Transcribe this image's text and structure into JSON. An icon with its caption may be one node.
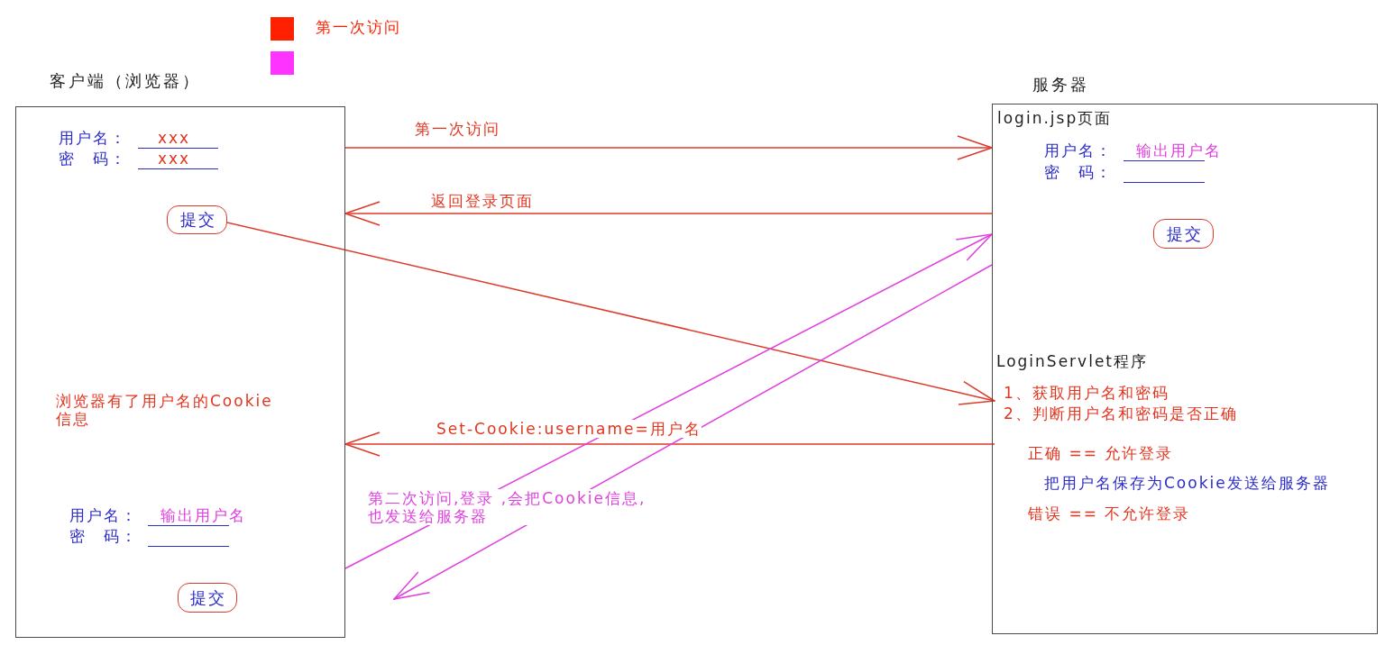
{
  "diagram": {
    "nodes": [
      {
        "text": [
          "客户端（浏览器）",
          "用户名：",
          "xxx",
          "密　码：",
          "xxx",
          "浏览器有了用户名的Cookie信息",
          "用户名：",
          "输出用户名",
          "密　码："
        ]
      },
      {
        "text": [
          "提交"
        ],
        "in": 0
      },
      {
        "text": [
          "提交"
        ],
        "in": 0
      },
      {
        "text": [
          "服务器",
          "login.jsp页面",
          "用户名：",
          "输出用户名",
          "密　码："
        ]
      },
      {
        "text": [
          "提交"
        ],
        "in": 3
      },
      {
        "text": [
          "LoginServlet程序",
          "1、获取用户名和密码",
          "2、判断用户名和密码是否正确",
          "正确 == 允许登录",
          "把用户名保存为Cookie发送给服务器",
          "错误 == 不允许登录"
        ],
        "in": 3
      }
    ],
    "edges": [
      {
        "from": 0,
        "to": 3,
        "arrow": "to",
        "label": "第一次访问"
      },
      {
        "from": 3,
        "to": 0,
        "arrow": "to",
        "label": "返回登录页面"
      },
      {
        "from": 1,
        "to": 5,
        "arrow": "to"
      },
      {
        "from": 5,
        "to": 0,
        "arrow": "to",
        "label": "Set-Cookie:username=用户名"
      },
      {
        "from": 0,
        "to": 3,
        "arrow": "to",
        "label": "第二次访问,登录 ,会把Cookie信息,也发送给服务器",
        "color": "#e040e0"
      },
      {
        "from": 3,
        "to": null,
        "arrow": "to",
        "color": "#e040e0"
      }
    ],
    "legend": [
      {
        "text": "第一次访问",
        "color": "#ff2000"
      }
    ]
  }
}
